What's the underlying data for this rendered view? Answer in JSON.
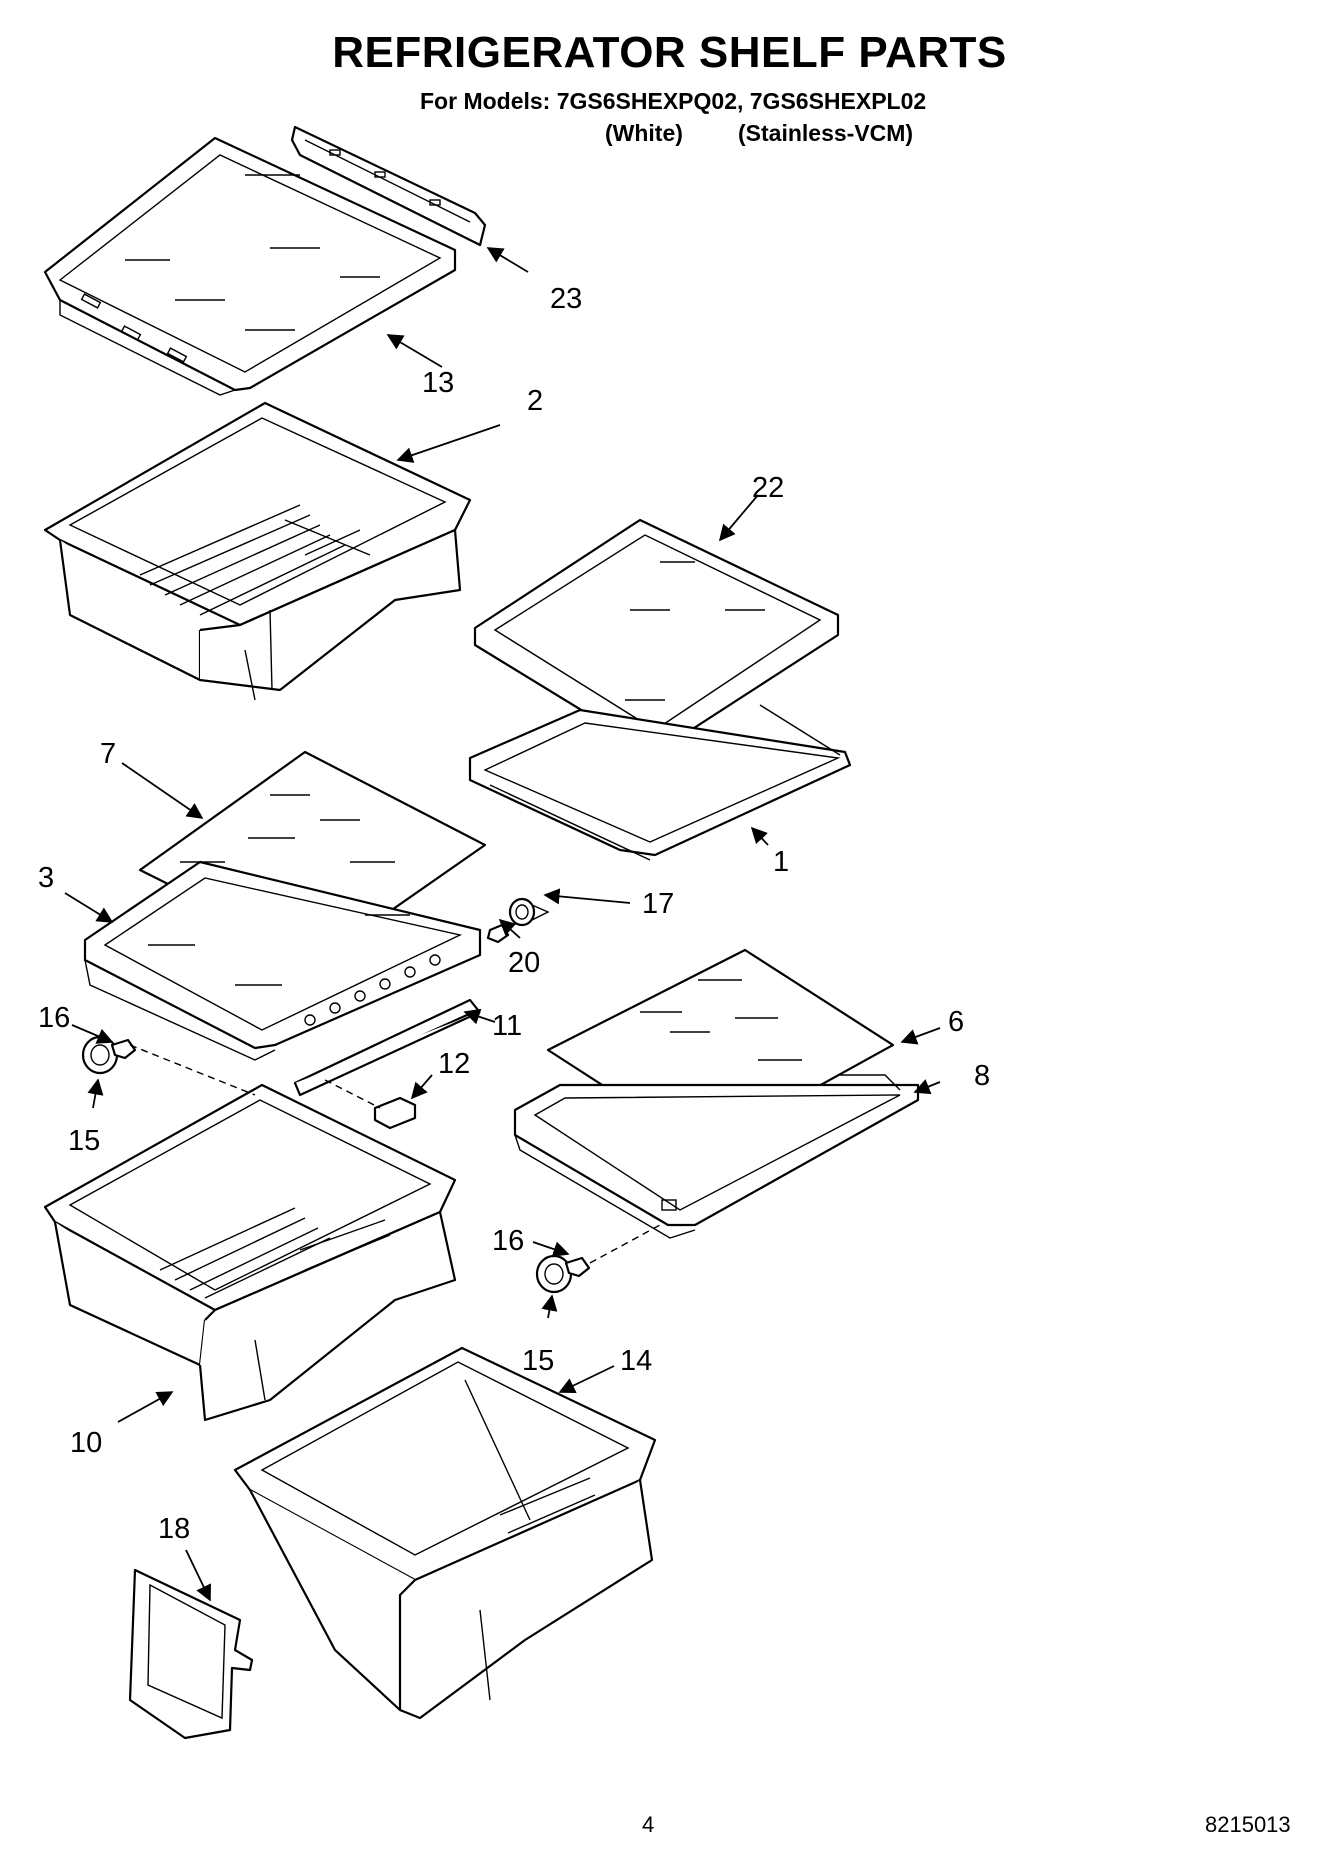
{
  "header": {
    "title": "REFRIGERATOR SHELF PARTS",
    "models": "For Models: 7GS6SHEXPQ02, 7GS6SHEXPL02",
    "variant_white": "(White)",
    "variant_stainless": "(Stainless-VCM)"
  },
  "callouts": {
    "c23": "23",
    "c13": "13",
    "c2": "2",
    "c22": "22",
    "c7": "7",
    "c1": "1",
    "c3": "3",
    "c17": "17",
    "c20": "20",
    "c16a": "16",
    "c11": "11",
    "c6": "6",
    "c12": "12",
    "c8": "8",
    "c15a": "15",
    "c16b": "16",
    "c15b": "15",
    "c14": "14",
    "c10": "10",
    "c18": "18"
  },
  "footer": {
    "page_number": "4",
    "doc_number": "8215013"
  }
}
